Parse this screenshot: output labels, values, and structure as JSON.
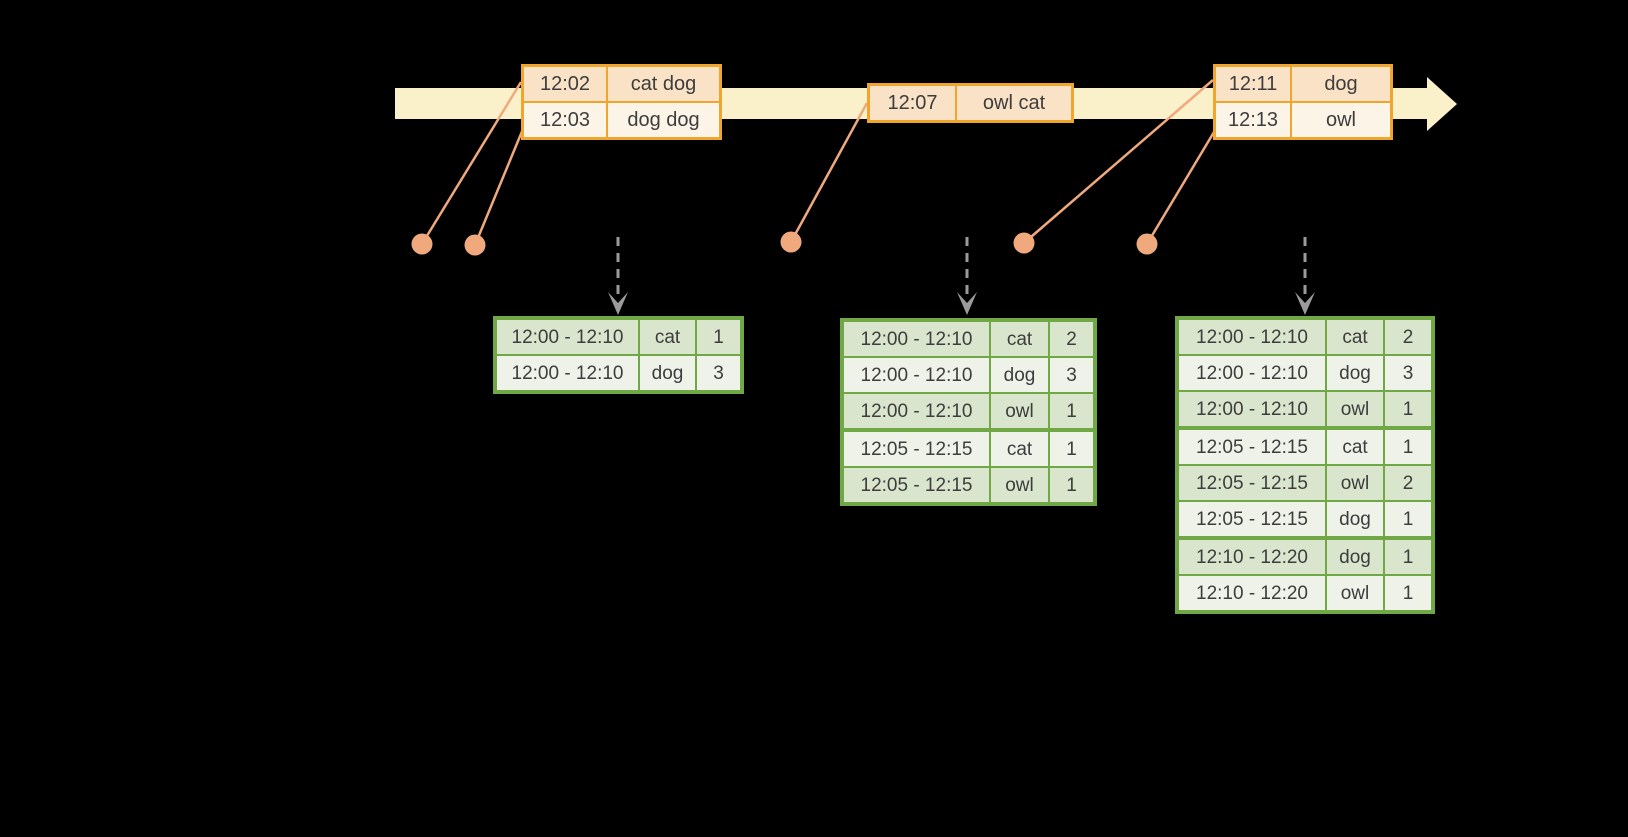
{
  "colors": {
    "background": "#000000",
    "timeline_band": "#faf0ca",
    "event_table_border": "#f0a52d",
    "event_row_dark": "#fae2c6",
    "event_row_light": "#fdf4e8",
    "connector": "#f0a97d",
    "dashed_arrow": "#9b9b9b",
    "result_table_border": "#70a845",
    "result_row_dark": "#d9e5cd",
    "result_row_light": "#eef2e9",
    "text": "#3d3d3d"
  },
  "event_tables": [
    {
      "rows": [
        {
          "time": "12:02",
          "words": "cat dog"
        },
        {
          "time": "12:03",
          "words": "dog dog"
        }
      ]
    },
    {
      "rows": [
        {
          "time": "12:07",
          "words": "owl cat"
        }
      ]
    },
    {
      "rows": [
        {
          "time": "12:11",
          "words": "dog"
        },
        {
          "time": "12:13",
          "words": "owl"
        }
      ]
    }
  ],
  "result_tables": [
    {
      "rows": [
        {
          "window": "12:00 - 12:10",
          "word": "cat",
          "count": "1"
        },
        {
          "window": "12:00 - 12:10",
          "word": "dog",
          "count": "3"
        }
      ]
    },
    {
      "rows": [
        {
          "window": "12:00 - 12:10",
          "word": "cat",
          "count": "2"
        },
        {
          "window": "12:00 - 12:10",
          "word": "dog",
          "count": "3"
        },
        {
          "window": "12:00 - 12:10",
          "word": "owl",
          "count": "1"
        },
        {
          "window": "12:05 - 12:15",
          "word": "cat",
          "count": "1"
        },
        {
          "window": "12:05 - 12:15",
          "word": "owl",
          "count": "1"
        }
      ]
    },
    {
      "rows": [
        {
          "window": "12:00 - 12:10",
          "word": "cat",
          "count": "2"
        },
        {
          "window": "12:00 - 12:10",
          "word": "dog",
          "count": "3"
        },
        {
          "window": "12:00 - 12:10",
          "word": "owl",
          "count": "1"
        },
        {
          "window": "12:05 - 12:15",
          "word": "cat",
          "count": "1"
        },
        {
          "window": "12:05 - 12:15",
          "word": "owl",
          "count": "2"
        },
        {
          "window": "12:05 - 12:15",
          "word": "dog",
          "count": "1"
        },
        {
          "window": "12:10 - 12:20",
          "word": "dog",
          "count": "1"
        },
        {
          "window": "12:10 - 12:20",
          "word": "owl",
          "count": "1"
        }
      ]
    }
  ]
}
